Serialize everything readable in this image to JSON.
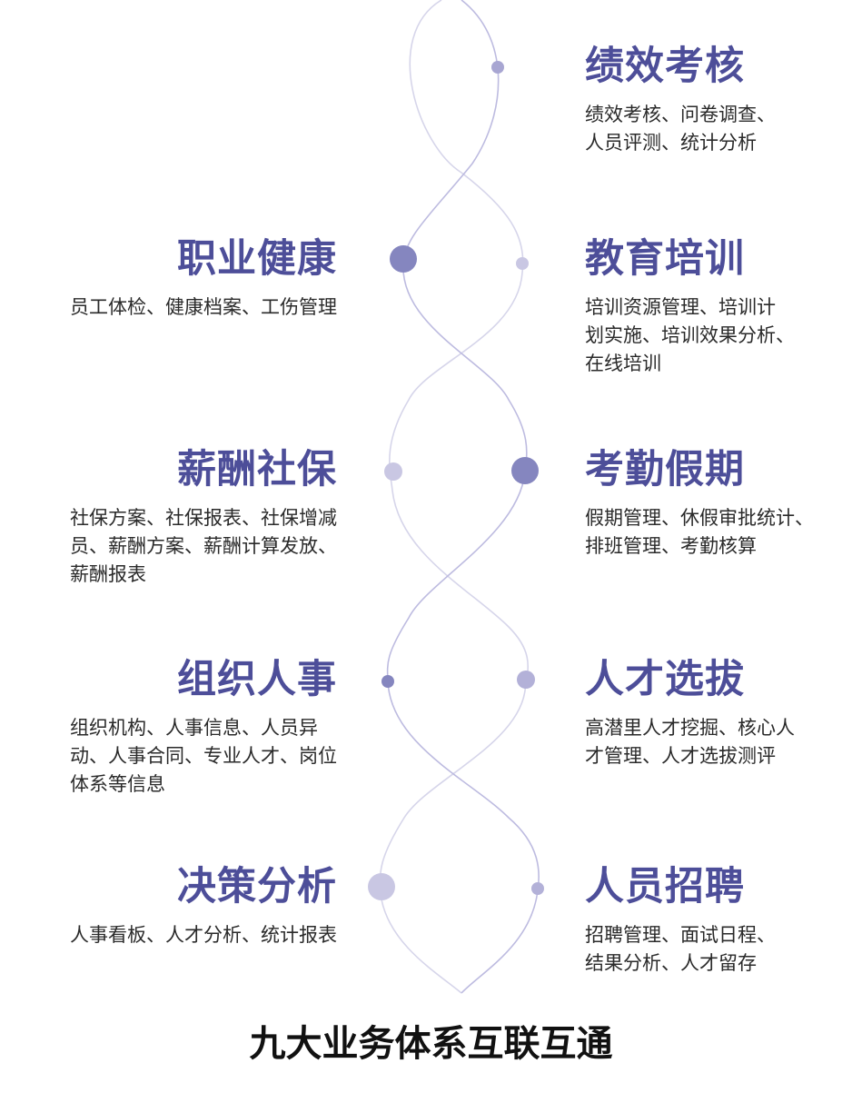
{
  "footer": "九大业务体系互联互通",
  "colors": {
    "title": "#4d4e99",
    "dot_dark": "#7b7cb5",
    "dot_light": "#c7c5e0",
    "line": "#c9c8e6"
  },
  "items": {
    "jixiao": {
      "title": "绩效考核",
      "desc": [
        "绩效考核、问卷调查、",
        "人员评测、统计分析"
      ]
    },
    "zhiye": {
      "title": "职业健康",
      "desc": [
        "员工体检、健康档案、工伤管理"
      ]
    },
    "jiaoyu": {
      "title": "教育培训",
      "desc": [
        "培训资源管理、培训计",
        "划实施、培训效果分析、",
        "在线培训"
      ]
    },
    "xinchou": {
      "title": "薪酬社保",
      "desc": [
        "社保方案、社保报表、社保增减",
        "员、薪酬方案、薪酬计算发放、",
        "薪酬报表"
      ]
    },
    "kaoqin": {
      "title": "考勤假期",
      "desc": [
        "假期管理、休假审批统计、",
        "排班管理、考勤核算"
      ]
    },
    "zuzhi": {
      "title": "组织人事",
      "desc": [
        "组织机构、人事信息、人员异",
        "动、人事合同、专业人才、岗位",
        "体系等信息"
      ]
    },
    "rencai": {
      "title": "人才选拔",
      "desc": [
        "高潜里人才挖掘、核心人",
        "才管理、人才选拔测评"
      ]
    },
    "juece": {
      "title": "决策分析",
      "desc": [
        "人事看板、人才分析、统计报表"
      ]
    },
    "zhaopin": {
      "title": "人员招聘",
      "desc": [
        "招聘管理、面试日程、",
        "结果分析、人才留存"
      ]
    }
  }
}
